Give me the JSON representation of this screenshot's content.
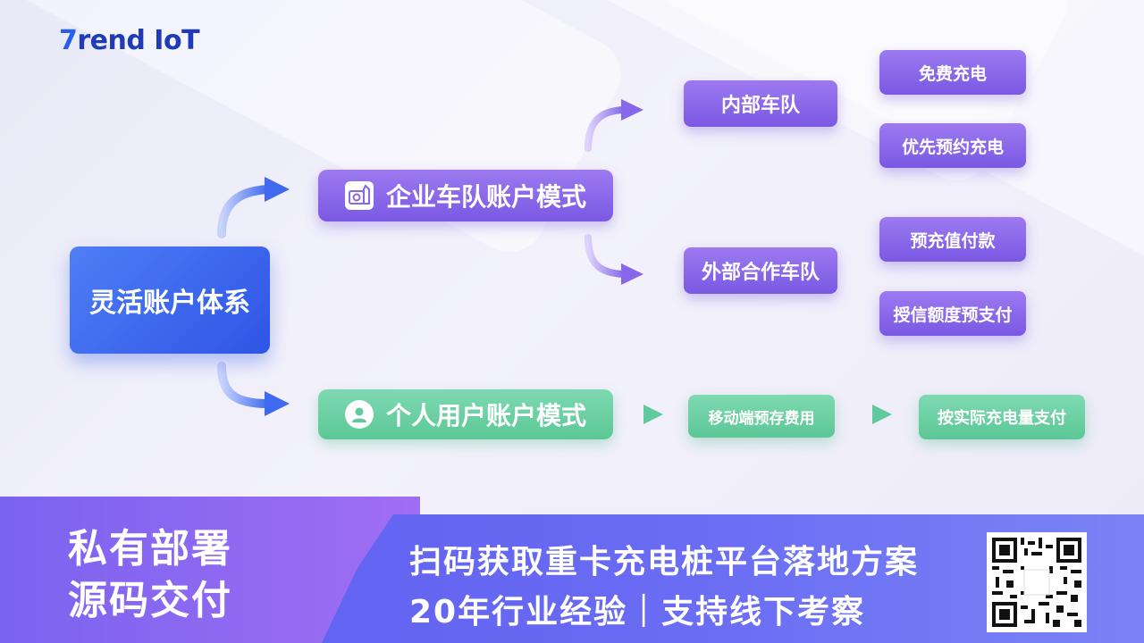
{
  "logo": {
    "prefix": "7",
    "rest": "rend IoT"
  },
  "diagram": {
    "root": "灵活账户体系",
    "enterprise": {
      "label": "企业车队账户模式",
      "internal": {
        "label": "内部车队",
        "items": [
          "免费充电",
          "优先预约充电"
        ]
      },
      "external": {
        "label": "外部合作车队",
        "items": [
          "预充值付款",
          "授信额度预支付"
        ]
      }
    },
    "personal": {
      "label": "个人用户账户模式",
      "step1": "移动端预存费用",
      "step2": "按实际充电量支付"
    }
  },
  "banner": {
    "left_line1": "私有部署",
    "left_line2": "源码交付",
    "line1": "扫码获取重卡充电桩平台落地方案",
    "line2": "20年行业经验｜支持线下考察"
  },
  "colors": {
    "root": "#3b63ea",
    "purple": "#8a67ea",
    "green": "#66cc9e",
    "banner": "#5f60f1"
  }
}
